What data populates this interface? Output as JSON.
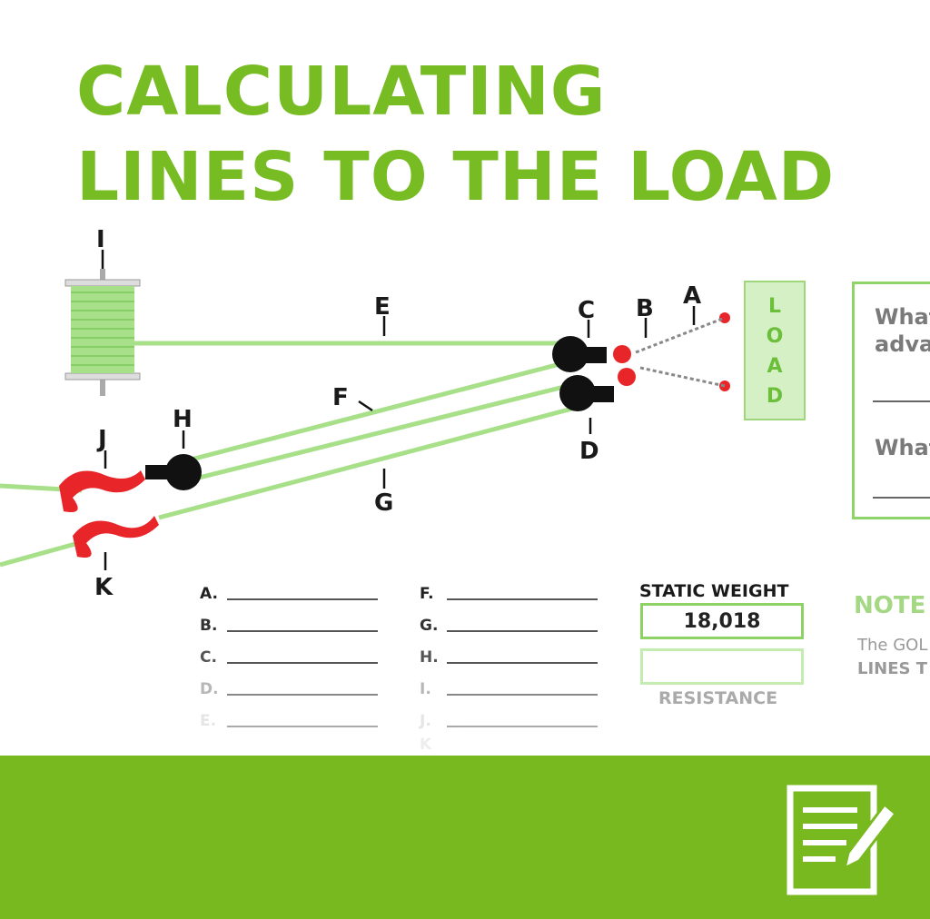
{
  "title": {
    "line1": "CALCULATING",
    "line2": "LINES TO THE LOAD"
  },
  "diagram": {
    "load_letters": [
      "L",
      "O",
      "A",
      "D"
    ],
    "labels": {
      "A": "A",
      "B": "B",
      "C": "C",
      "D": "D",
      "E": "E",
      "F": "F",
      "G": "G",
      "H": "H",
      "I": "I",
      "J": "J",
      "K": "K"
    }
  },
  "questions": {
    "q1_line1": "What",
    "q1_line2": "adva",
    "q2": "What"
  },
  "note": {
    "heading": "NOTE",
    "line1": "The GOL",
    "line2": "LINES T"
  },
  "answers": {
    "col1": [
      "A.",
      "B.",
      "C.",
      "D.",
      "E."
    ],
    "col2": [
      "F.",
      "G.",
      "H.",
      "I.",
      "J.",
      "K"
    ]
  },
  "static_weight": {
    "label": "STATIC WEIGHT",
    "value": "18,018",
    "resistance_label": "RESISTANCE",
    "resistance_value": ""
  },
  "colors": {
    "brand_green": "#77bc22",
    "bar_green": "#78b91f",
    "rope_green": "#a8e08a",
    "hook_red": "#e8262a"
  }
}
